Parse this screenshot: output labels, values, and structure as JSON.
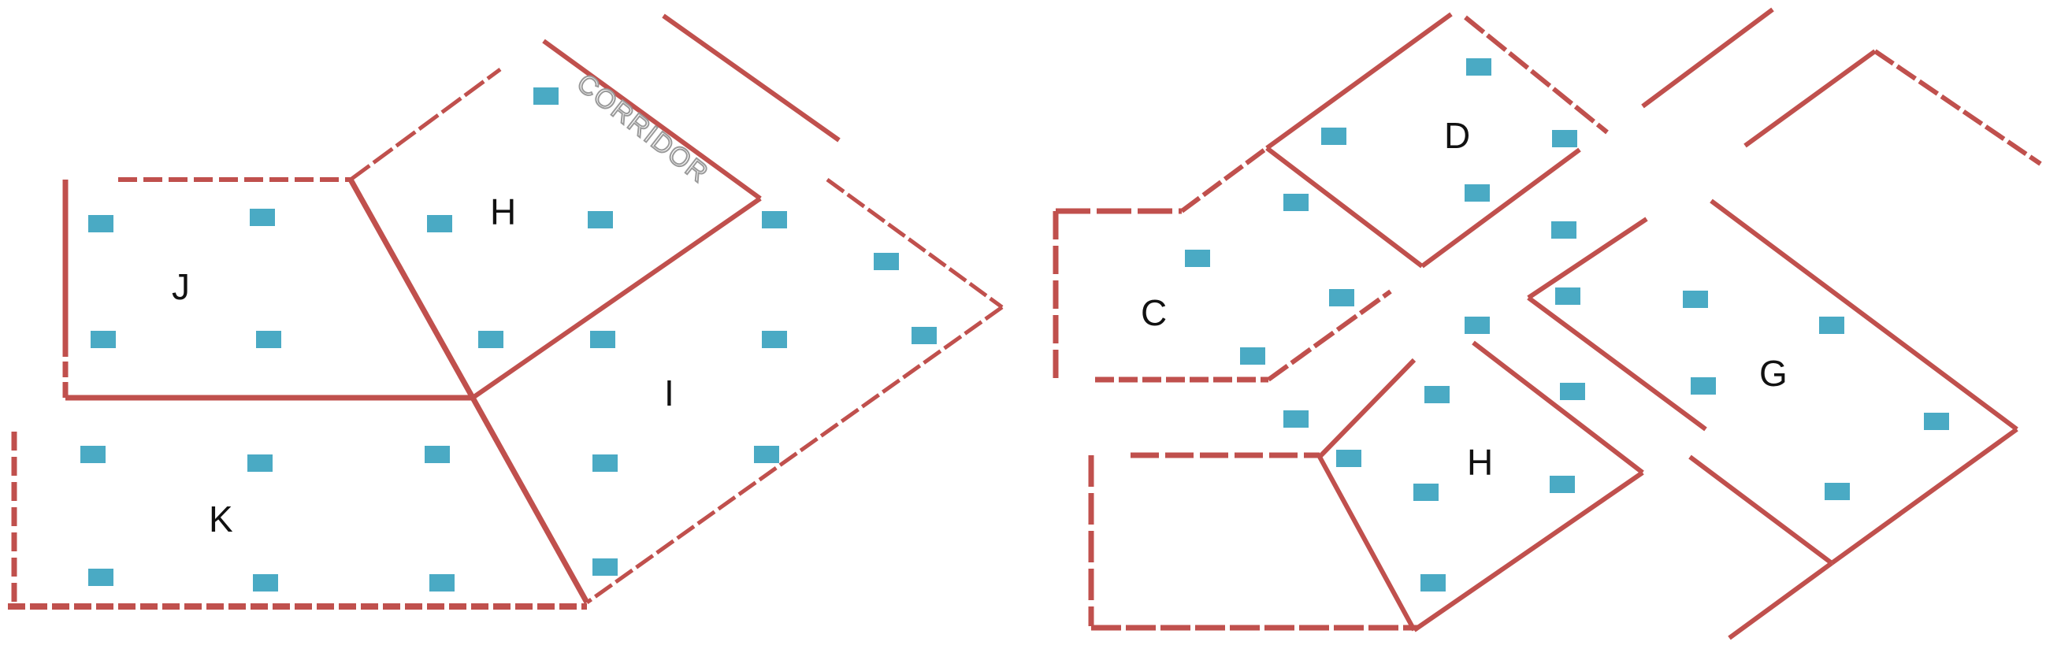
{
  "colors": {
    "wall": "#c0504d",
    "desk": "#4aaac4",
    "label": "#111111",
    "corridor_label": "#9a9a9a",
    "background": "#ffffff"
  },
  "left_plan": {
    "corridor_label": "CORRIDOR",
    "rooms": [
      {
        "id": "J",
        "label": "J"
      },
      {
        "id": "H",
        "label": "H"
      },
      {
        "id": "I",
        "label": "I"
      },
      {
        "id": "K",
        "label": "K"
      }
    ]
  },
  "right_plan": {
    "rooms": [
      {
        "id": "D",
        "label": "D"
      },
      {
        "id": "C",
        "label": "C"
      },
      {
        "id": "H",
        "label": "H"
      },
      {
        "id": "G",
        "label": "G"
      }
    ]
  },
  "legend": {
    "desk_icon": "desk-marker"
  }
}
